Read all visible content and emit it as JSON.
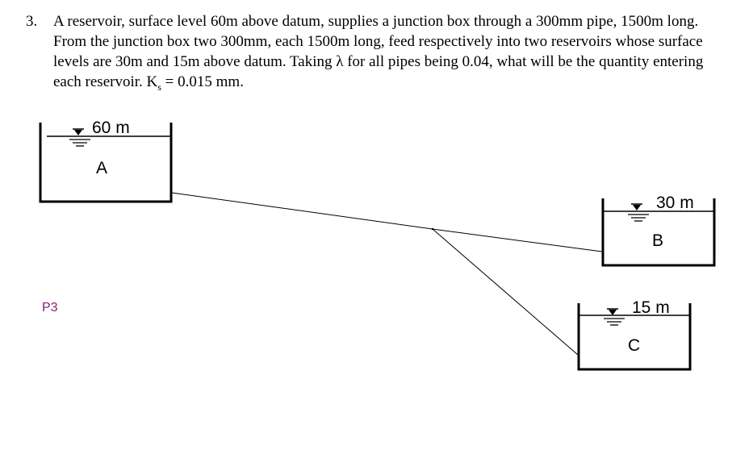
{
  "problem": {
    "number": "3.",
    "text_before_subscript": "A reservoir, surface level 60m above datum, supplies a junction box through a 300mm pipe, 1500m long. From the junction box two 300mm, each 1500m long, feed respectively into two reservoirs whose surface levels are 30m and 15m above datum. Taking λ for all pipes being 0.04, what will be the quantity entering each reservoir. K",
    "subscript": "s",
    "text_after_subscript": " = 0.015 mm."
  },
  "diagram": {
    "reservoirs": [
      {
        "id": "A",
        "level_label": "60 m",
        "name_label": "A"
      },
      {
        "id": "B",
        "level_label": "30 m",
        "name_label": "B"
      },
      {
        "id": "C",
        "level_label": "15 m",
        "name_label": "C"
      }
    ],
    "figure_tag": "P3",
    "colors": {
      "line": "#000000",
      "tag": "#8a1a7a"
    }
  }
}
